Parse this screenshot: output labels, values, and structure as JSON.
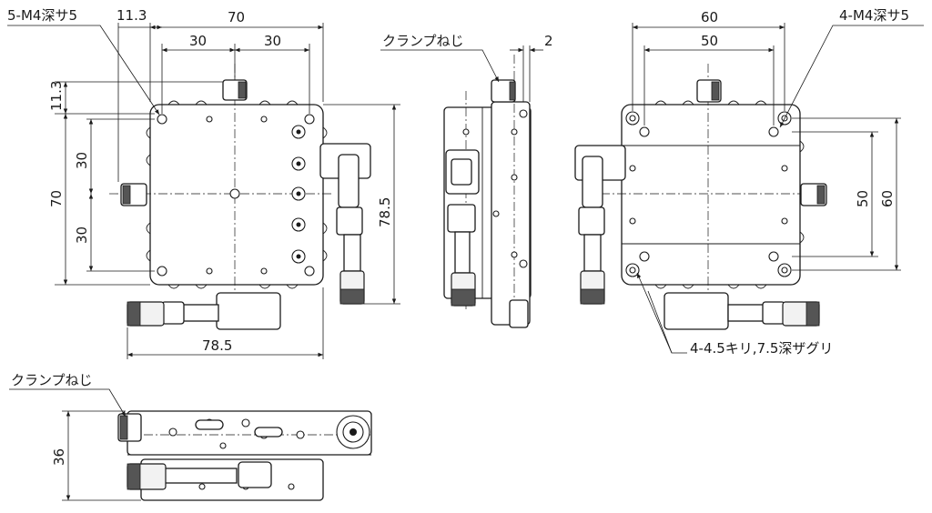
{
  "top_view": {
    "callout_thread": "5-M4深サ5",
    "dim_offset_top": "11.3",
    "dim_width": "70",
    "dim_pitch_left": "30",
    "dim_pitch_right": "30",
    "dim_offset_left": "11.3",
    "dim_height": "70",
    "dim_pitch_upper": "30",
    "dim_pitch_lower": "30",
    "dim_total_height": "78.5",
    "dim_total_width": "78.5"
  },
  "side_view": {
    "callout_clamp": "クランプねじ",
    "dim_gap": "2"
  },
  "bottom_view": {
    "dim_width_outer": "60",
    "dim_width_inner": "50",
    "callout_thread": "4-M4深サ5",
    "dim_height_inner": "50",
    "dim_height_outer": "60",
    "callout_counterbore": "4-4.5キリ,7.5深ザグリ"
  },
  "front_view": {
    "callout_clamp": "クランプねじ",
    "dim_height": "36"
  }
}
